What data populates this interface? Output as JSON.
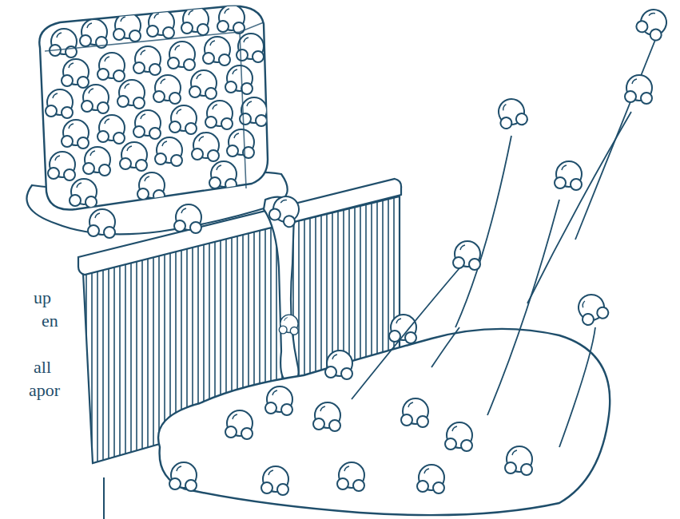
{
  "diagram": {
    "labels": [
      "up",
      "en",
      "all",
      "apor"
    ]
  }
}
